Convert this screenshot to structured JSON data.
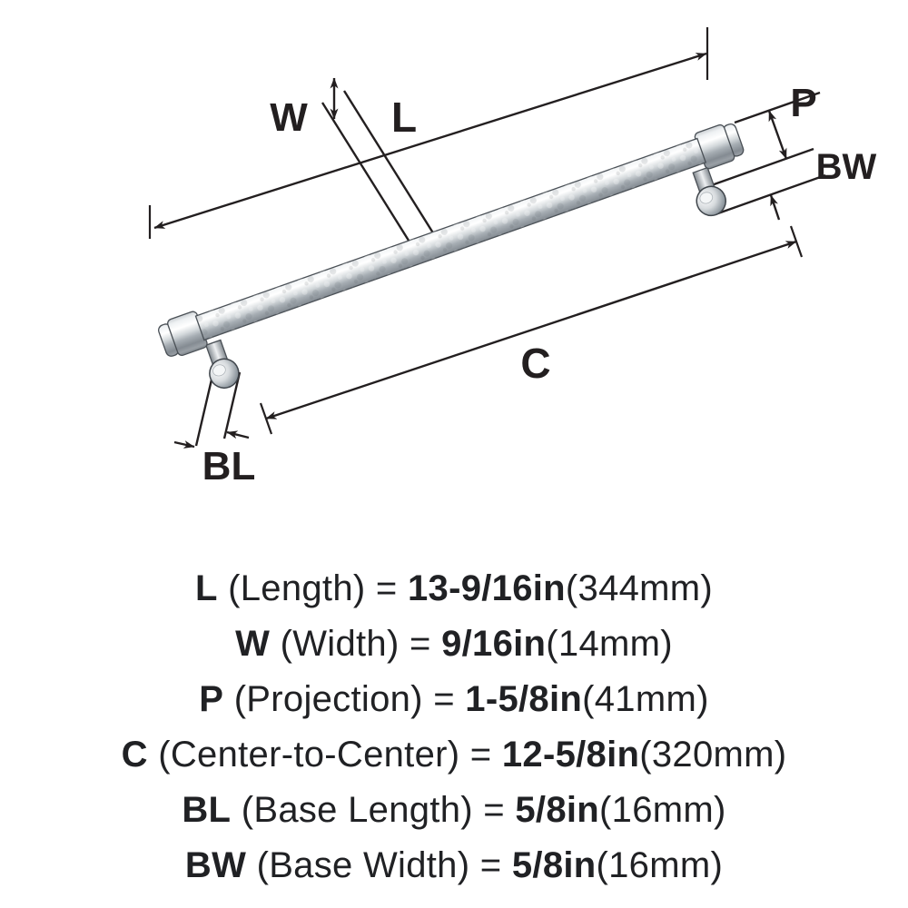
{
  "diagram": {
    "labels": {
      "L": "L",
      "W": "W",
      "P": "P",
      "BW": "BW",
      "C": "C",
      "BL": "BL"
    }
  },
  "specs": [
    {
      "abbr": "L",
      "label": "(Length) =",
      "value": "13-9/16in",
      "metric": "(344mm)"
    },
    {
      "abbr": "W",
      "label": "(Width) =",
      "value": "9/16in",
      "metric": "(14mm)"
    },
    {
      "abbr": "P",
      "label": "(Projection) =",
      "value": "1-5/8in",
      "metric": "(41mm)"
    },
    {
      "abbr": "C",
      "label": "(Center-to-Center) =",
      "value": "12-5/8in",
      "metric": "(320mm)"
    },
    {
      "abbr": "BL",
      "label": "(Base Length) =",
      "value": "5/8in",
      "metric": "(16mm)"
    },
    {
      "abbr": "BW",
      "label": "(Base Width) =",
      "value": "5/8in",
      "metric": "(16mm)"
    }
  ],
  "colors": {
    "ink": "#231f20",
    "background": "#ffffff"
  }
}
